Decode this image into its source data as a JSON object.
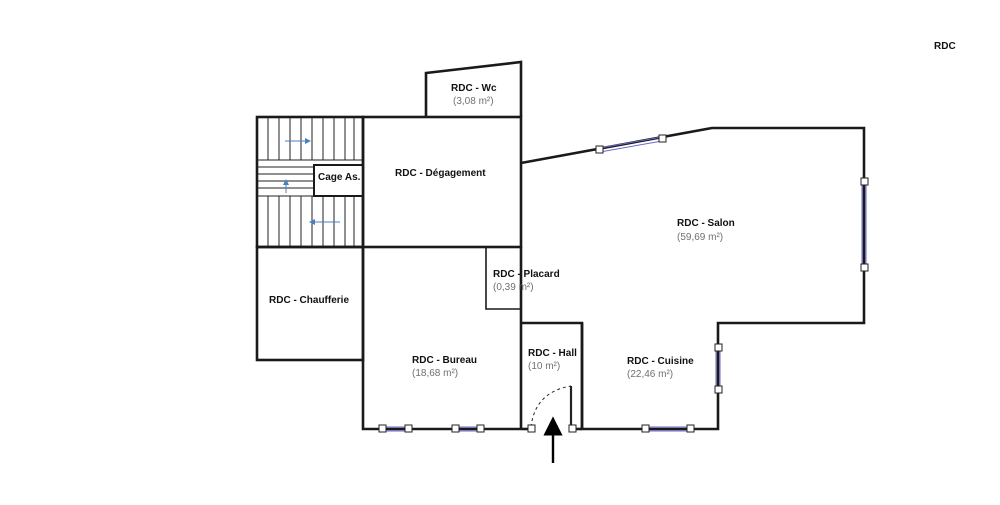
{
  "plan": {
    "level_label": "RDC",
    "rooms": {
      "wc": {
        "name": "RDC - Wc",
        "area": "(3,08 m²)"
      },
      "degagement": {
        "name": "RDC - Dégagement",
        "area": ""
      },
      "cage": {
        "name": "Cage As.",
        "area": ""
      },
      "salon": {
        "name": "RDC - Salon",
        "area": "(59,69 m²)"
      },
      "placard": {
        "name": "RDC - Placard",
        "area": "(0,39 m²)"
      },
      "chaufferie": {
        "name": "RDC - Chaufferie",
        "area": ""
      },
      "bureau": {
        "name": "RDC - Bureau",
        "area": "(18,68 m²)"
      },
      "hall": {
        "name": "RDC - Hall",
        "area": "(10 m²)"
      },
      "cuisine": {
        "name": "RDC - Cuisine",
        "area": "(22,46 m²)"
      }
    },
    "icons": {
      "entrance": "entrance-arrow-icon",
      "stair_arrows": "stair-direction-arrow-icon",
      "door_swing": "door-swing-icon"
    },
    "colors": {
      "wall": "#1a1a1a",
      "stair_arrow": "#4a7fc0",
      "window_glass": "#6a6ad0",
      "area_text": "#707070"
    }
  }
}
